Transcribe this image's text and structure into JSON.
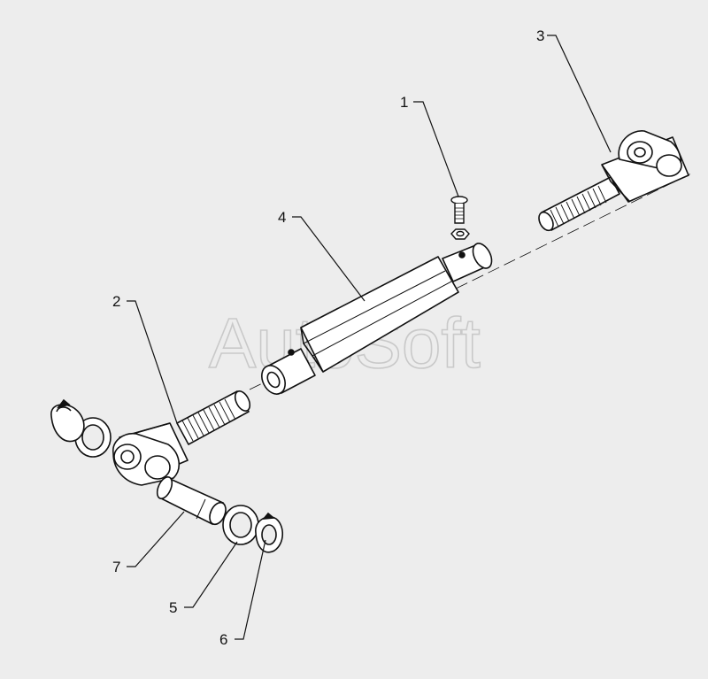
{
  "watermark": "AutoSoft",
  "callouts": [
    {
      "id": "1",
      "label": "1"
    },
    {
      "id": "2",
      "label": "2"
    },
    {
      "id": "3",
      "label": "3"
    },
    {
      "id": "4",
      "label": "4"
    },
    {
      "id": "5",
      "label": "5"
    },
    {
      "id": "6",
      "label": "6"
    },
    {
      "id": "7",
      "label": "7"
    }
  ],
  "colors": {
    "background": "#ededed",
    "line": "#111111",
    "part_fill": "#ffffff",
    "watermark": "#c9c9c9"
  }
}
